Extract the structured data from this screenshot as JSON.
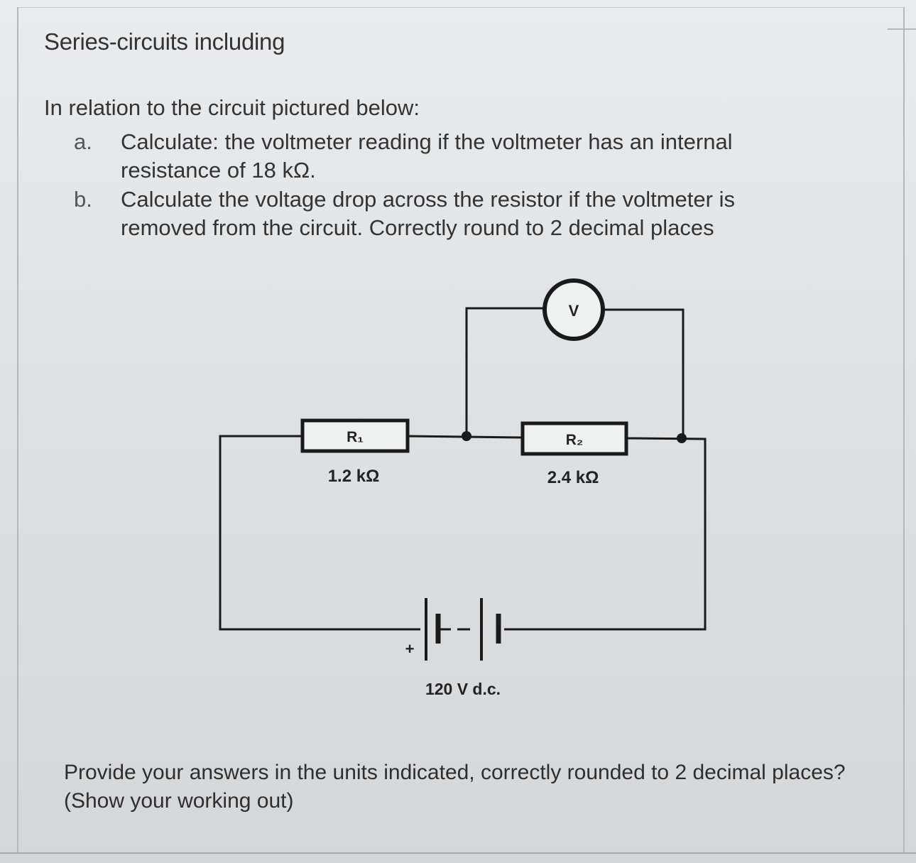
{
  "document": {
    "title": "Series-circuits including",
    "intro": "In relation to the circuit pictured below:",
    "questions": [
      {
        "letter": "a.",
        "text": "Calculate: the voltmeter reading if the voltmeter has an internal resistance of 18 kΩ."
      },
      {
        "letter": "b.",
        "text": "Calculate the voltage drop across the resistor if the voltmeter is removed from the circuit. Correctly round to 2 decimal places"
      }
    ],
    "footer": "Provide your answers in the units indicated, correctly rounded to 2 decimal places? (Show your working out)"
  },
  "circuit": {
    "voltmeter_label": "V",
    "r1_label": "R₁",
    "r1_value": "1.2 kΩ",
    "r2_label": "R₂",
    "r2_value": "2.4 kΩ",
    "battery_polarity": "+",
    "battery_value": "120 V d.c."
  }
}
